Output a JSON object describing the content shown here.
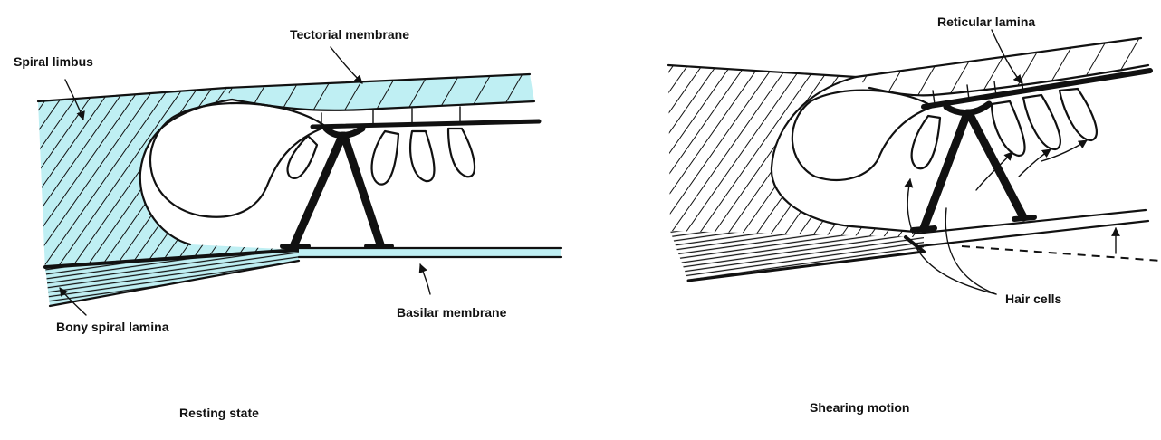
{
  "colors": {
    "tissue": "#bfeff3",
    "ink": "#111111",
    "background": "#ffffff"
  },
  "panels": [
    {
      "caption": "Resting state",
      "labels": {
        "spiral_limbus": "Spiral limbus",
        "tectorial_membrane": "Tectorial membrane",
        "bony_spiral_lamina": "Bony spiral lamina",
        "basilar_membrane": "Basilar membrane"
      }
    },
    {
      "caption": "Shearing motion",
      "labels": {
        "reticular_lamina": "Reticular lamina",
        "hair_cells": "Hair cells"
      }
    }
  ]
}
